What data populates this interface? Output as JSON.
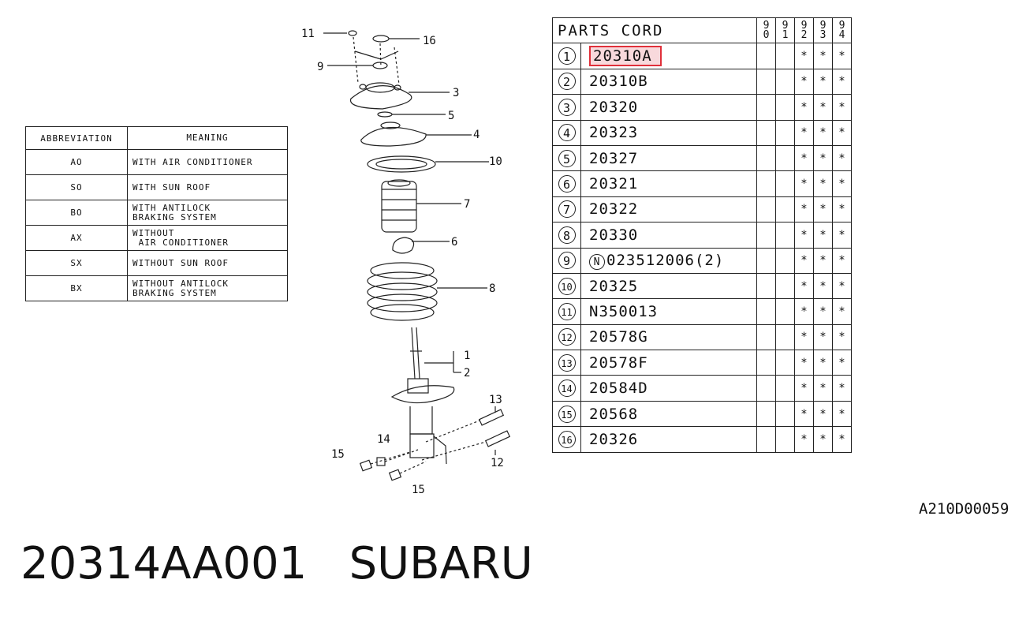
{
  "abbreviation_table": {
    "header": {
      "abbr": "ABBREVIATION",
      "meaning": "MEANING"
    },
    "rows": [
      {
        "abbr": "AO",
        "meaning_line1": "WITH AIR CONDITIONER",
        "meaning_line2": ""
      },
      {
        "abbr": "SO",
        "meaning_line1": "WITH SUN ROOF",
        "meaning_line2": ""
      },
      {
        "abbr": "BO",
        "meaning_line1": "WITH ANTILOCK",
        "meaning_line2": "BRAKING SYSTEM"
      },
      {
        "abbr": "AX",
        "meaning_line1": "WITHOUT",
        "meaning_line2": " AIR CONDITIONER"
      },
      {
        "abbr": "SX",
        "meaning_line1": "WITHOUT SUN ROOF",
        "meaning_line2": ""
      },
      {
        "abbr": "BX",
        "meaning_line1": "WITHOUT ANTILOCK",
        "meaning_line2": "BRAKING SYSTEM"
      }
    ]
  },
  "parts_table": {
    "header": {
      "code": "PARTS CORD",
      "years": [
        "9\n0",
        "9\n1",
        "9\n2",
        "9\n3",
        "9\n4"
      ]
    },
    "rows": [
      {
        "num": "1",
        "code": "20310A",
        "highlight": true,
        "marks": [
          "",
          "",
          "*",
          "*",
          "*"
        ]
      },
      {
        "num": "2",
        "code": "20310B",
        "marks": [
          "",
          "",
          "*",
          "*",
          "*"
        ]
      },
      {
        "num": "3",
        "code": "20320",
        "marks": [
          "",
          "",
          "*",
          "*",
          "*"
        ]
      },
      {
        "num": "4",
        "code": "20323",
        "marks": [
          "",
          "",
          "*",
          "*",
          "*"
        ]
      },
      {
        "num": "5",
        "code": "20327",
        "marks": [
          "",
          "",
          "*",
          "*",
          "*"
        ]
      },
      {
        "num": "6",
        "code": "20321",
        "marks": [
          "",
          "",
          "*",
          "*",
          "*"
        ]
      },
      {
        "num": "7",
        "code": "20322",
        "marks": [
          "",
          "",
          "*",
          "*",
          "*"
        ]
      },
      {
        "num": "8",
        "code": "20330",
        "marks": [
          "",
          "",
          "*",
          "*",
          "*"
        ]
      },
      {
        "num": "9",
        "code": "023512006(2)",
        "prefix": "N",
        "marks": [
          "",
          "",
          "*",
          "*",
          "*"
        ]
      },
      {
        "num": "10",
        "code": "20325",
        "marks": [
          "",
          "",
          "*",
          "*",
          "*"
        ]
      },
      {
        "num": "11",
        "code": "N350013",
        "marks": [
          "",
          "",
          "*",
          "*",
          "*"
        ]
      },
      {
        "num": "12",
        "code": "20578G",
        "marks": [
          "",
          "",
          "*",
          "*",
          "*"
        ]
      },
      {
        "num": "13",
        "code": "20578F",
        "marks": [
          "",
          "",
          "*",
          "*",
          "*"
        ]
      },
      {
        "num": "14",
        "code": "20584D",
        "marks": [
          "",
          "",
          "*",
          "*",
          "*"
        ]
      },
      {
        "num": "15",
        "code": "20568",
        "marks": [
          "",
          "",
          "*",
          "*",
          "*"
        ]
      },
      {
        "num": "16",
        "code": "20326",
        "marks": [
          "",
          "",
          "*",
          "*",
          "*"
        ]
      }
    ]
  },
  "diagram_callouts": [
    "11",
    "16",
    "9",
    "3",
    "5",
    "4",
    "10",
    "7",
    "6",
    "8",
    "1",
    "2",
    "13",
    "14",
    "15",
    "12",
    "15"
  ],
  "document_id": "A210D00059",
  "footer": {
    "part_number": "20314AA001",
    "brand": "SUBARU"
  },
  "colors": {
    "highlight_border": "#e0303a",
    "highlight_fill": "#f8d9dc"
  }
}
